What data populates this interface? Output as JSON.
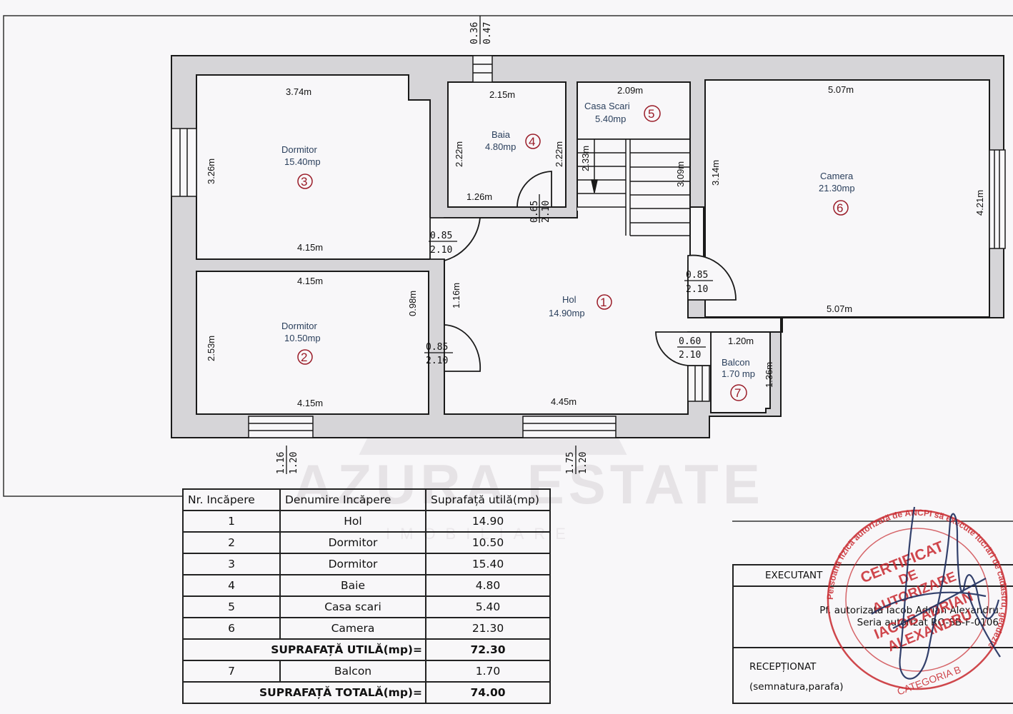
{
  "floor_plan": {
    "rooms": [
      {
        "id": 1,
        "name": "Hol",
        "area_label": "14.90mp",
        "dims": [
          "4.45m",
          "1.16m"
        ]
      },
      {
        "id": 2,
        "name": "Dormitor",
        "area_label": "10.50mp",
        "dims": [
          "4.15m",
          "4.15m",
          "2.53m",
          "0.98m"
        ]
      },
      {
        "id": 3,
        "name": "Dormitor",
        "area_label": "15.40mp",
        "dims": [
          "3.74m",
          "4.15m",
          "3.26m"
        ]
      },
      {
        "id": 4,
        "name": "Baia",
        "area_label": "4.80mp",
        "dims": [
          "2.15m",
          "2.22m",
          "2.22m",
          "1.26m"
        ]
      },
      {
        "id": 5,
        "name": "Casa Scari",
        "area_label": "5.40mp",
        "dims": [
          "2.09m",
          "2.33m",
          "3.09m"
        ]
      },
      {
        "id": 6,
        "name": "Camera",
        "area_label": "21.30mp",
        "dims": [
          "5.07m",
          "5.07m",
          "3.14m",
          "4.21m"
        ]
      },
      {
        "id": 7,
        "name": "Balcon",
        "area_label": "1.70 mp",
        "dims": [
          "1.20m",
          "1.36m"
        ]
      }
    ],
    "dimension_labels": {
      "d3_top": "3.74m",
      "d3_left": "3.26m",
      "d3_bottom": "4.15m",
      "d2_top": "4.15m",
      "d2_bottom": "4.15m",
      "d2_left": "2.53m",
      "d2_right": "0.98m",
      "hol_left": "1.16m",
      "hol_bottom": "4.45m",
      "baia_top": "2.15m",
      "baia_left": "2.22m",
      "baia_right": "2.22m",
      "baia_bottom": "1.26m",
      "casa_top": "2.09m",
      "stair_a": "2.33m",
      "stair_b": "3.09m",
      "cam_top": "5.07m",
      "cam_bottom": "5.07m",
      "cam_left": "3.14m",
      "cam_right": "4.21m",
      "balc_top": "1.20m",
      "balc_right": "1.36m"
    },
    "doors": [
      {
        "id": "door-d3",
        "width": "0.85",
        "height": "2.10"
      },
      {
        "id": "door-d2",
        "width": "0.85",
        "height": "2.10"
      },
      {
        "id": "door-baia",
        "width": "0.65",
        "height": "2.10"
      },
      {
        "id": "door-camera",
        "width": "0.85",
        "height": "2.10"
      },
      {
        "id": "door-balcon",
        "width": "0.60",
        "height": "2.10"
      }
    ],
    "windows": [
      {
        "id": "window-top",
        "width": "0.36",
        "height": "0.47"
      },
      {
        "id": "window-bottom-left",
        "width": "1.16",
        "height": "1.20"
      },
      {
        "id": "window-bottom-center",
        "width": "1.75",
        "height": "1.20"
      }
    ],
    "watermark": {
      "title": "AZURA ESTATE",
      "subtitle": "IMOBILIARE"
    }
  },
  "rooms_table": {
    "headers": [
      "Nr. Incăpere",
      "Denumire Incăpere",
      "Suprafață utilă(mp)"
    ],
    "rows": [
      {
        "nr": "1",
        "name": "Hol",
        "area": "14.90"
      },
      {
        "nr": "2",
        "name": "Dormitor",
        "area": "10.50"
      },
      {
        "nr": "3",
        "name": "Dormitor",
        "area": "15.40"
      },
      {
        "nr": "4",
        "name": "Baie",
        "area": "4.80"
      },
      {
        "nr": "5",
        "name": "Casa scari",
        "area": "5.40"
      },
      {
        "nr": "6",
        "name": "Camera",
        "area": "21.30"
      }
    ],
    "subtotal_label": "SUPRAFAȚĂ UTILĂ(mp)=",
    "subtotal_value": "72.30",
    "extra_row": {
      "nr": "7",
      "name": "Balcon",
      "area": "1.70"
    },
    "total_label": "SUPRAFAȚĂ TOTALĂ(mp)=",
    "total_value": "74.00"
  },
  "executant_box": {
    "label": "EXECUTANT",
    "line1": "Pf. autorizată Iacob Adrian Alexandru",
    "line2": "Seria autorizat RO-SB-F-0106",
    "received_label": "RECEPȚIONAT",
    "received_sub": "(semnatura,parafa)"
  },
  "stamp": {
    "ring_text": "Persoană fizică autorizată de ANCPI să execute lucrări de cadastru, geodezie",
    "lines": [
      "CERTIFICAT",
      "DE",
      "AUTORIZARE",
      "IACOB ADRIAN",
      "ALEXANDRU"
    ],
    "category": "CATEGORIA B",
    "color": "#c8282e"
  },
  "colors": {
    "wall_fill": "#d6d5d8",
    "line": "#1a1a1a",
    "room_name": "#2a3f5c",
    "room_number": "#9a1c28",
    "paper": "#f8f7f9"
  }
}
